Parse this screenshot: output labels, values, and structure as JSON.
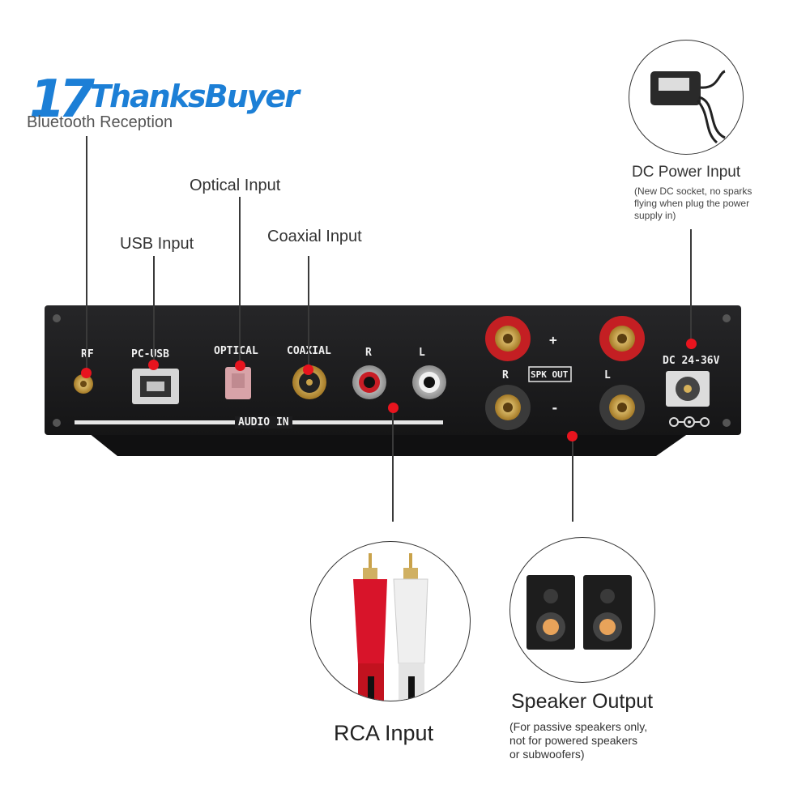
{
  "brand": {
    "logo_mark": "17",
    "logo_text": "ThanksBuyer"
  },
  "callouts": {
    "bluetooth": "Bluetooth Reception",
    "usb": "USB Input",
    "optical": "Optical Input",
    "coaxial": "Coaxial Input",
    "dc_power": "DC Power Input",
    "dc_note": [
      "(New DC socket, no sparks",
      "flying when plug the power",
      "supply in)"
    ],
    "rca": "RCA Input",
    "speaker": "Speaker Output",
    "speaker_note": [
      "(For passive speakers only,",
      "not for powered speakers",
      "or subwoofers)"
    ]
  },
  "panel": {
    "rf": "RF",
    "pc_usb": "PC-USB",
    "optical": "OPTICAL",
    "coaxial": "COAXIAL",
    "r": "R",
    "l": "L",
    "audio_in": "AUDIO IN",
    "plus": "+",
    "minus": "-",
    "spk_r": "R",
    "spk_out": "SPK OUT",
    "spk_l": "L",
    "dc_rating": "DC 24-36V"
  },
  "colors": {
    "panel": "#1b1b1d",
    "marker": "#e8141e",
    "logo": "#1c7fd6",
    "rca_red": "#d8142a"
  }
}
